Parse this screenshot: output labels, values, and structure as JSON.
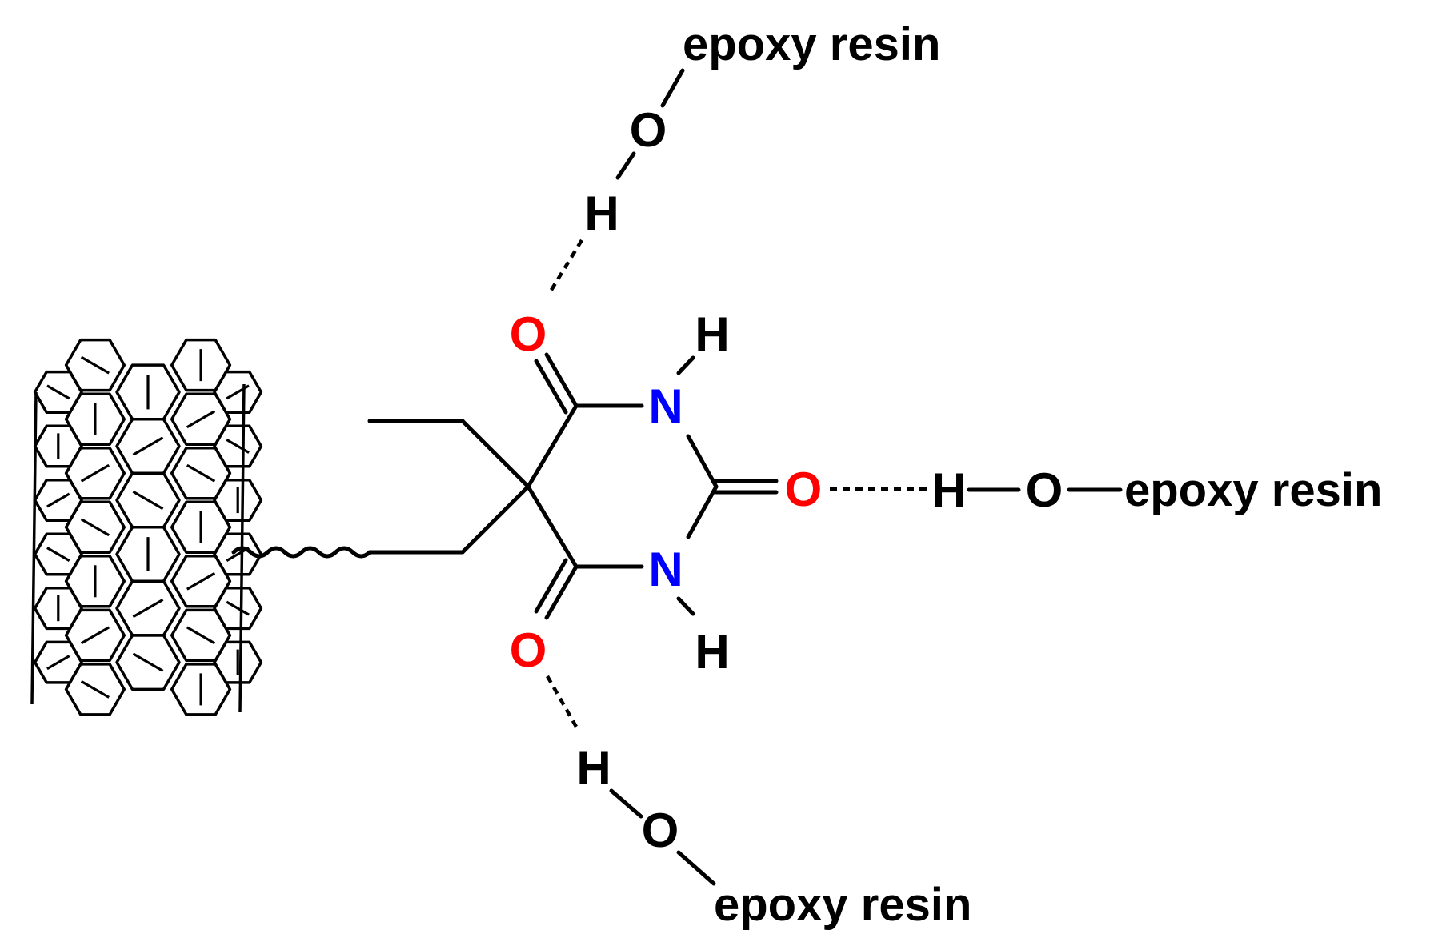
{
  "colors": {
    "bond": "#000000",
    "oxygen_carbonyl": "#ff0000",
    "nitrogen": "#0000ff",
    "text": "#000000",
    "background": "#ffffff"
  },
  "labels": {
    "resin_top": "epoxy resin",
    "resin_right": "epoxy resin",
    "resin_bottom": "epoxy resin",
    "o_top_hydroxyl": "O",
    "h_top_hydroxyl": "H",
    "o_right_hydroxyl": "O",
    "h_right_hydroxyl": "H",
    "o_bottom_hydroxyl": "O",
    "h_bottom_hydroxyl": "H",
    "o_carbonyl_top": "O",
    "o_carbonyl_right": "O",
    "o_carbonyl_bottom": "O",
    "n_top": "N",
    "n_bottom": "N",
    "h_n_top": "H",
    "h_n_bottom": "H"
  },
  "icons": {
    "nanotube": "carbon-nanotube-icon",
    "linker": "wavy-bond-linker"
  }
}
